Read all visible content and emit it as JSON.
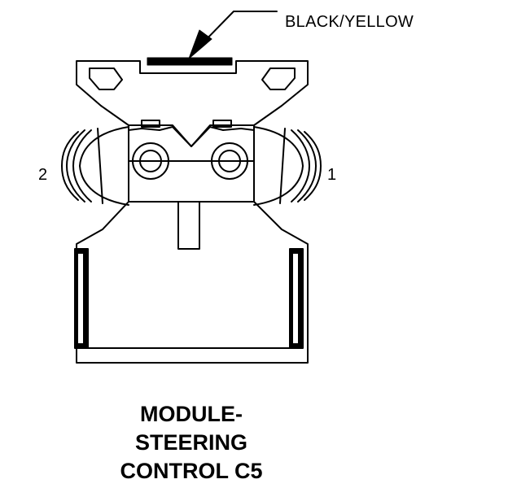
{
  "callout": {
    "wire_color": "BLACK/YELLOW"
  },
  "pins": {
    "left": "2",
    "right": "1"
  },
  "title": {
    "line1": "MODULE-",
    "line2": "STEERING",
    "line3": "CONTROL C5"
  },
  "colors": {
    "ink": "#000000",
    "background": "#ffffff"
  }
}
